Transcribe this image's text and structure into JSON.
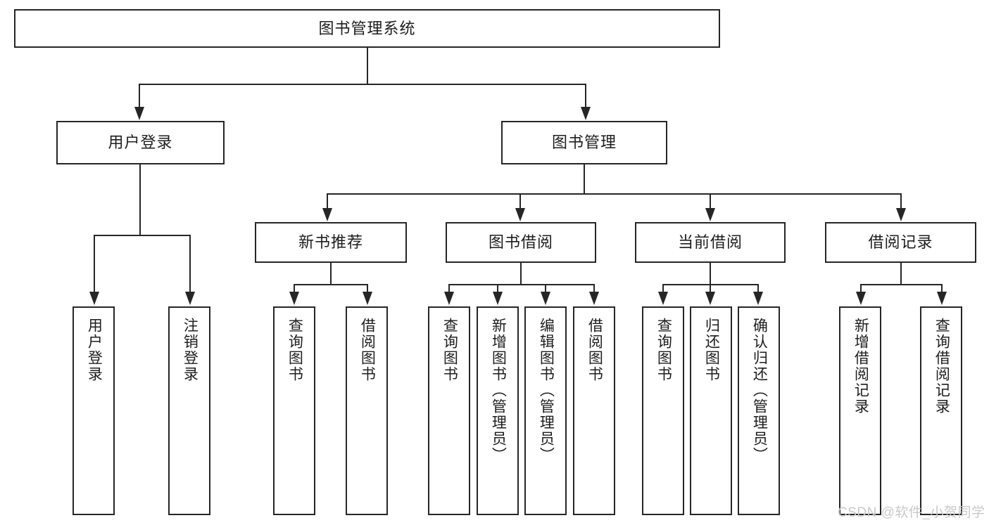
{
  "diagram": {
    "title": "图书管理系统",
    "type": "tree-hierarchy-diagram",
    "colors": {
      "background": "#ffffff",
      "box_border": "#262626",
      "box_fill": "#ffffff",
      "text": "#1d1d1d",
      "connector": "#262626",
      "watermark": "#c9c9c9"
    },
    "root": {
      "label": "图书管理系统"
    },
    "level2": [
      {
        "id": "user-login",
        "label": "用户登录"
      },
      {
        "id": "book-management",
        "label": "图书管理"
      }
    ],
    "level3": [
      {
        "id": "new-book-recommend",
        "label": "新书推荐"
      },
      {
        "id": "book-borrow",
        "label": "图书借阅"
      },
      {
        "id": "current-borrow",
        "label": "当前借阅"
      },
      {
        "id": "borrow-record",
        "label": "借阅记录"
      }
    ],
    "leaves": {
      "user_login": [
        {
          "id": "leaf-user-login",
          "label": "用户登录"
        },
        {
          "id": "leaf-user-logout",
          "label": "注销登录"
        }
      ],
      "new_book_recommend": [
        {
          "id": "leaf-query-book-1",
          "label": "查询图书"
        },
        {
          "id": "leaf-borrow-book-1",
          "label": "借阅图书"
        }
      ],
      "book_borrow": [
        {
          "id": "leaf-query-book-2",
          "label": "查询图书"
        },
        {
          "id": "leaf-add-book",
          "label": "新增图书（管理员）"
        },
        {
          "id": "leaf-edit-book",
          "label": "编辑图书（管理员）"
        },
        {
          "id": "leaf-borrow-book-2",
          "label": "借阅图书"
        }
      ],
      "current_borrow": [
        {
          "id": "leaf-query-book-3",
          "label": "查询图书"
        },
        {
          "id": "leaf-return-book",
          "label": "归还图书"
        },
        {
          "id": "leaf-confirm-return",
          "label": "确认归还（管理员）"
        }
      ],
      "borrow_record": [
        {
          "id": "leaf-add-record",
          "label": "新增借阅记录"
        },
        {
          "id": "leaf-query-record",
          "label": "查询借阅记录"
        }
      ]
    }
  },
  "watermark": {
    "text": "CSDN @软件_小贺同学"
  }
}
